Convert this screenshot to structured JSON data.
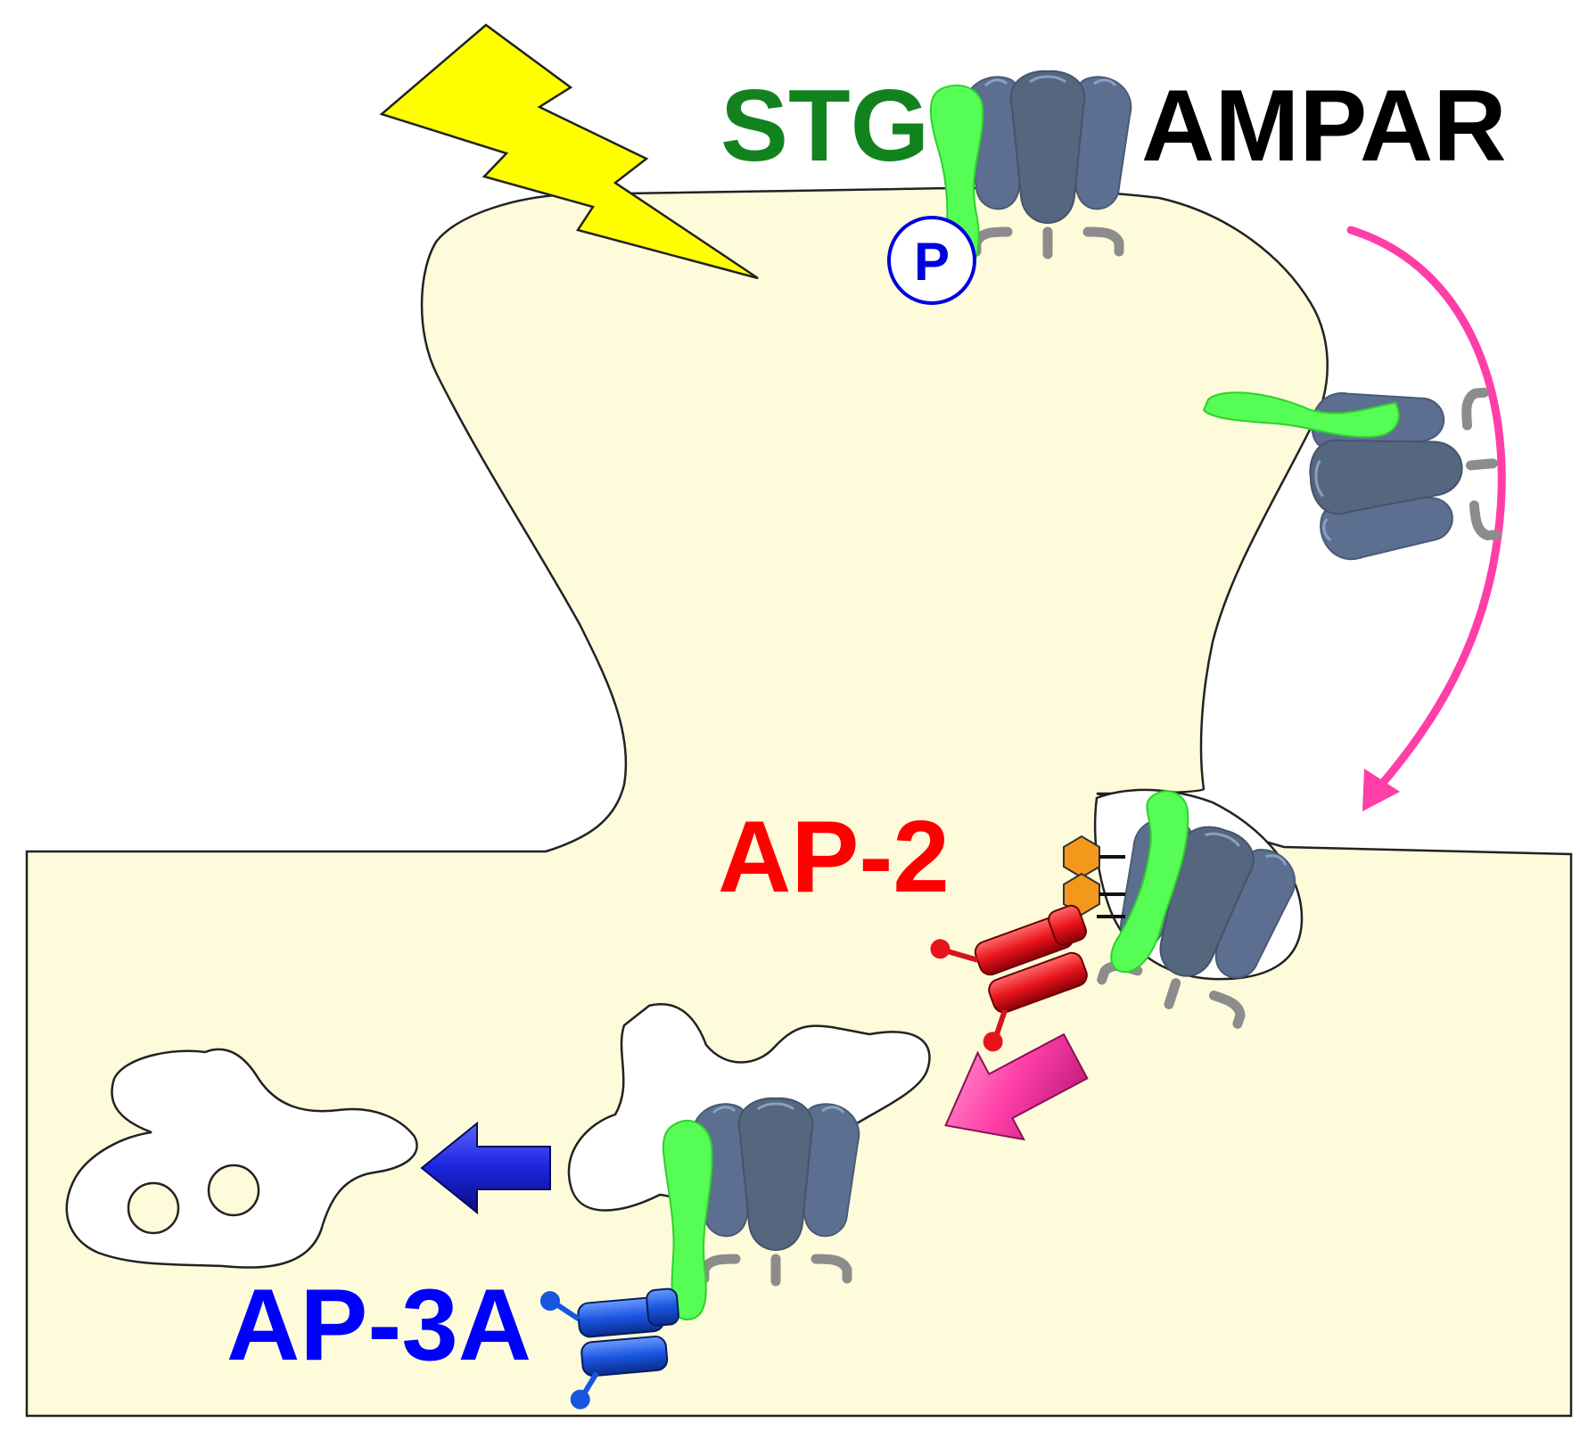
{
  "labels": {
    "stg": "STG",
    "ampar": "AMPAR",
    "ap2": "AP-2",
    "ap3a": "AP-3A",
    "phospho": "P"
  },
  "colors": {
    "cytoplasm": "#fdfbda",
    "stg": "#55fd55",
    "ampar": "#5a6c8c",
    "ap2": "#e8141c",
    "ap3a": "#1a55e0",
    "adaptin_ring": "#f4981c",
    "lightning": "#ffff00",
    "arrow_pink": "#ff3ea8",
    "arrow_blue": "#1a24dc",
    "stg_text": "#12821f",
    "ampar_text": "#000000",
    "ap2_text": "#ff0000",
    "ap3a_text": "#0000ff",
    "phospho_text": "#0000e0"
  },
  "icons": [
    "lightning-bolt-icon",
    "phosphate-icon",
    "curved-arrow-icon",
    "block-arrow-icon"
  ]
}
